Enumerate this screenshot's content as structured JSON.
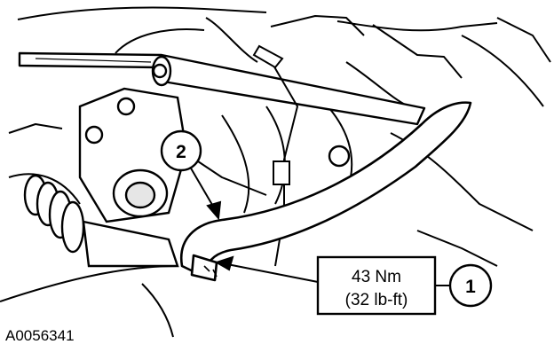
{
  "figure": {
    "id": "A0056341"
  },
  "callouts": [
    {
      "number": "1"
    },
    {
      "number": "2"
    }
  ],
  "torque_spec": {
    "metric": "43 Nm",
    "imperial": "(32 lb-ft)"
  }
}
